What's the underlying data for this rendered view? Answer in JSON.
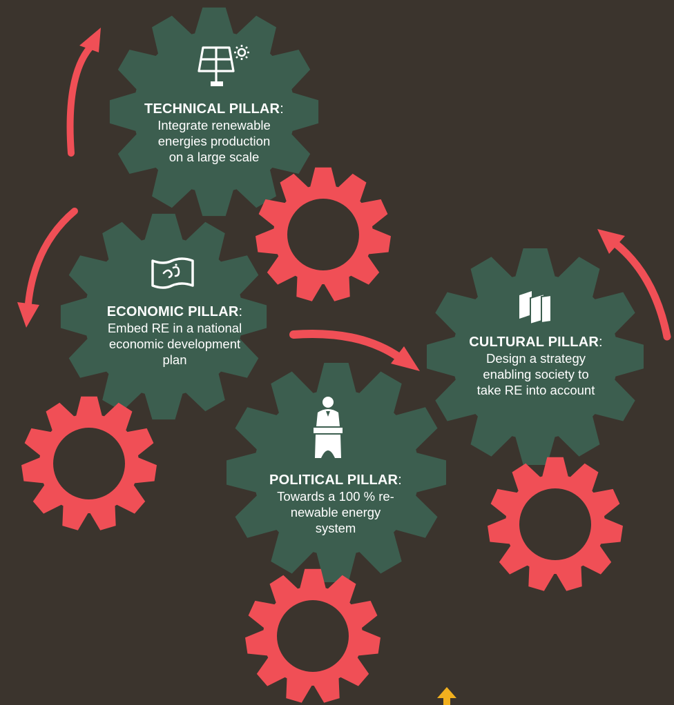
{
  "pillars": {
    "technical": {
      "title": "TECHNICAL PILLAR",
      "colon": ":",
      "lines": [
        "Integrate renewable",
        "energies production",
        "on a large scale"
      ],
      "icon": "solar-panel-icon"
    },
    "economic": {
      "title": "ECONOMIC PILLAR",
      "colon": ":",
      "lines": [
        "Embed RE in a national",
        "economic development",
        "plan"
      ],
      "icon": "banknote-icon"
    },
    "cultural": {
      "title": "CULTURAL PILLAR",
      "colon": ":",
      "lines": [
        "Design a strategy",
        "enabling society to",
        "take RE into account"
      ],
      "icon": "books-icon"
    },
    "political": {
      "title": "POLITICAL PILLAR",
      "colon": ":",
      "lines": [
        "Towards a 100 % re-",
        "newable energy",
        "system"
      ],
      "icon": "speaker-podium-icon"
    }
  },
  "colors": {
    "background": "#3b342d",
    "green_gear": "#3c5e4f",
    "red_gear": "#f04f56",
    "arrow_red": "#f04f56",
    "arrow_yellow": "#f2b01e",
    "text": "#ffffff"
  }
}
